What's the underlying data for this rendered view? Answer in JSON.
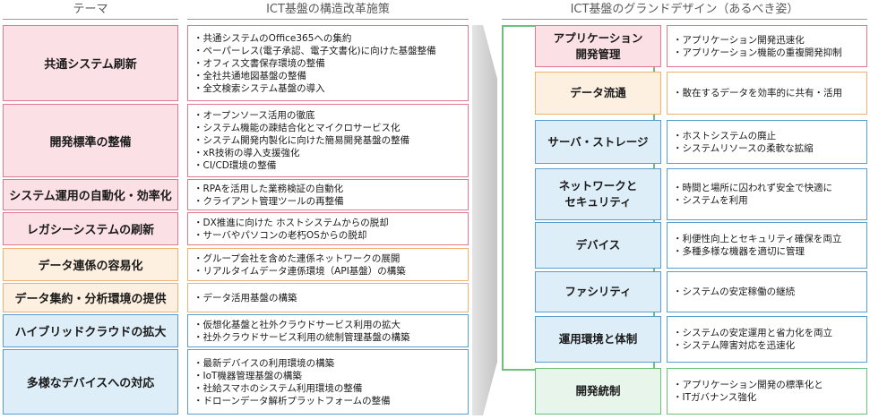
{
  "headers": {
    "theme": "テーマ",
    "measures": "ICT基盤の構造改革施策",
    "grand_design": "ICT基盤のグランドデザイン（あるべき姿）"
  },
  "themes": [
    {
      "label": "共通システム刷新",
      "color": "pink",
      "items": [
        "共通システムのOffice365への集約",
        "ペーパーレス(電子承認、電子文書化)に向けた基盤整備",
        "オフィス文書保存環境の整備",
        "全社共通地図基盤の整備",
        "全文検索システム基盤の導入"
      ]
    },
    {
      "label": "開発標準の整備",
      "color": "pink",
      "items": [
        "オープンソース活用の徹底",
        "システム機能の疎結合化とマイクロサービス化",
        "システム開発内製化に向けた簡易開発基盤の整備",
        "xR技術の導入支援強化",
        "CI/CD環境の整備"
      ]
    },
    {
      "label": "システム運用の自動化・効率化",
      "color": "pink",
      "items": [
        "RPAを活用した業務検証の自動化",
        "クライアント管理ツールの再整備"
      ]
    },
    {
      "label": "レガシーシステムの刷新",
      "color": "pink",
      "items": [
        "DX推進に向けた ホストシステムからの脱却",
        "サーバやパソコンの老朽OSからの脱却"
      ]
    },
    {
      "label": "データ連係の容易化",
      "color": "orange",
      "items": [
        "グループ会社を含めた連係ネットワークの展開",
        "リアルタイムデータ連係環境（API基盤）の構築"
      ]
    },
    {
      "label": "データ集約・分析環境の提供",
      "color": "orange",
      "items": [
        "データ活用基盤の構築"
      ]
    },
    {
      "label": "ハイブリッドクラウドの拡大",
      "color": "blue",
      "items": [
        "仮想化基盤と社外クラウドサービス利用の拡大",
        "社外クラウドサービス利用の統制管理基盤の構築"
      ]
    },
    {
      "label": "多様なデバイスへの対応",
      "color": "blue",
      "items": [
        "最新デバイスの利用環境の構築",
        "IoT機器管理基盤の構築",
        "社給スマホのシステム利用環境の整備",
        "ドローンデータ解析プラットフォームの整備"
      ]
    }
  ],
  "grand_design": [
    {
      "title": "アプリケーション\n開発管理",
      "color": "pink",
      "items": [
        "アプリケーション開発迅速化",
        "アプリケーション機能の重複開発抑制"
      ]
    },
    {
      "title": "データ流通",
      "color": "orange",
      "items": [
        "散在するデータを効率的に共有・活用"
      ]
    },
    {
      "title": "サーバ・ストレージ",
      "color": "blue",
      "items": [
        "ホストシステムの廃止",
        "システムリソースの柔軟な拡縮"
      ]
    },
    {
      "title": "ネットワークと\nセキュリティ",
      "color": "blue",
      "items": [
        "時間と場所に囚われず安全で快適に",
        "システムを利用"
      ]
    },
    {
      "title": "デバイス",
      "color": "blue",
      "items": [
        "利便性向上とセキュリティ確保を両立",
        "多種多様な機器を適切に管理"
      ]
    },
    {
      "title": "ファシリティ",
      "color": "blue",
      "items": [
        "システムの安定稼働の継続"
      ]
    },
    {
      "title": "運用環境と体制",
      "color": "blue",
      "items": [
        "システムの安定運用と省力化を両立",
        "システム障害対応を迅速化"
      ]
    },
    {
      "title": "開発統制",
      "color": "green",
      "items": [
        "アプリケーション開発の標準化と",
        "ITガバナンス強化"
      ]
    }
  ]
}
